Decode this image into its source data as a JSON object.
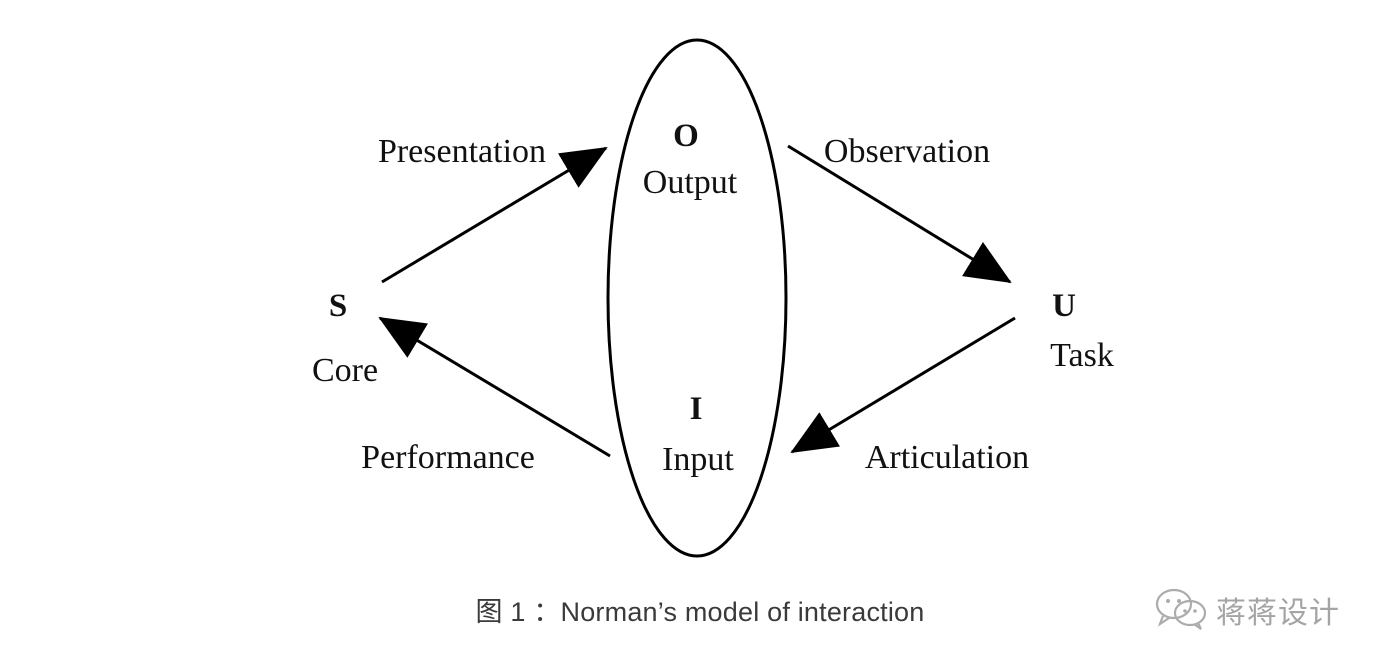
{
  "diagram": {
    "output_letter": "O",
    "output_label": "Output",
    "input_letter": "I",
    "input_label": "Input",
    "system_letter": "S",
    "system_label": "Core",
    "user_letter": "U",
    "user_label": "Task",
    "edges": {
      "presentation": "Presentation",
      "observation": "Observation",
      "articulation": "Articulation",
      "performance": "Performance"
    }
  },
  "caption": "图 1 ：Norman’s model of interaction",
  "watermark": {
    "icon": "wechat-icon",
    "text": "蒋蒋设计"
  }
}
